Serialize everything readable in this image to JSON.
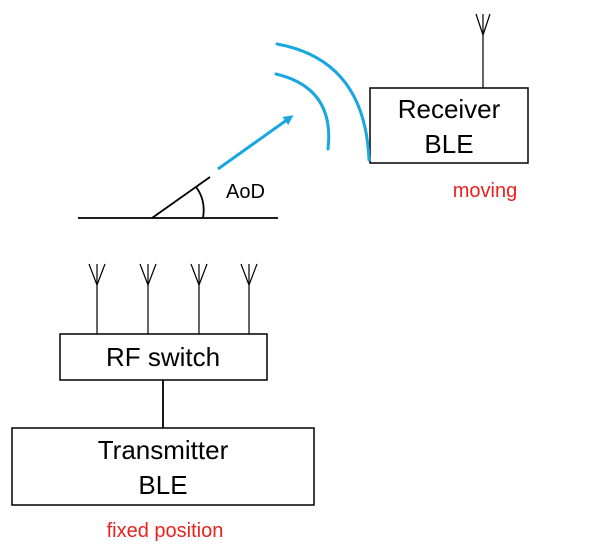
{
  "diagram": {
    "receiver": {
      "line1": "Receiver",
      "line2": "BLE",
      "status": "moving"
    },
    "angle_label": "AoD",
    "rf_switch": {
      "label": "RF switch"
    },
    "transmitter": {
      "line1": "Transmitter",
      "line2": "BLE",
      "status": "fixed position"
    },
    "colors": {
      "stroke": "#000000",
      "signal": "#1aa7e0",
      "status": "#e8221f"
    }
  }
}
